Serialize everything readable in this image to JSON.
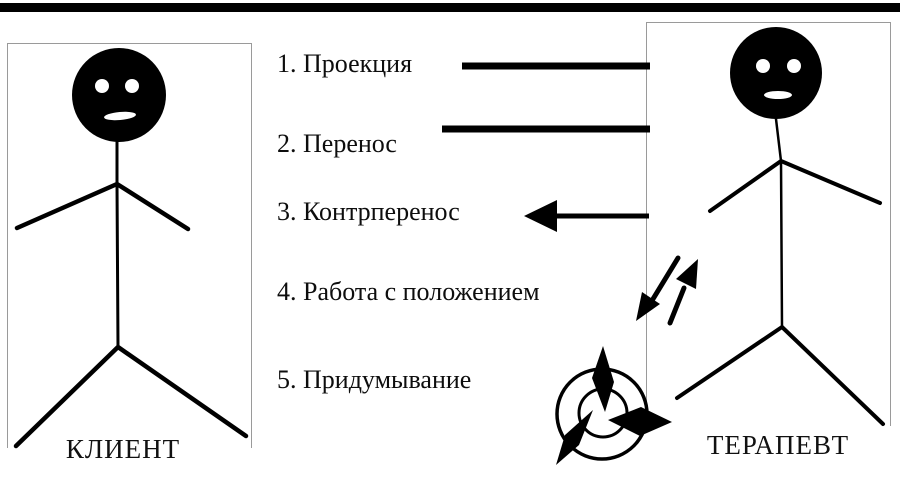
{
  "page": {
    "background": "#ffffff",
    "top_rule_color": "#000000"
  },
  "list": {
    "items": [
      {
        "text": "1. Проекция"
      },
      {
        "text": "2. Перенос"
      },
      {
        "text": "3. Контрперенос"
      },
      {
        "text": "4. Работа с положением"
      },
      {
        "text": "5. Придумывание"
      }
    ]
  },
  "figures": {
    "client": {
      "label": "КЛИЕНТ"
    },
    "therapist": {
      "label": "ТЕРАПЕВТ"
    }
  },
  "icons": {
    "projection_connector": "thick-horizontal-line",
    "transference_connector": "thick-horizontal-line",
    "countertransference_connector": "left-pointing-arrow",
    "position_work_symbol": "two-opposing-diagonal-arrows",
    "invention_symbol": "concentric-circles-with-three-rotating-arrows"
  },
  "colors": {
    "ink": "#000000",
    "box_border": "#9a9a9a",
    "background": "#ffffff"
  }
}
